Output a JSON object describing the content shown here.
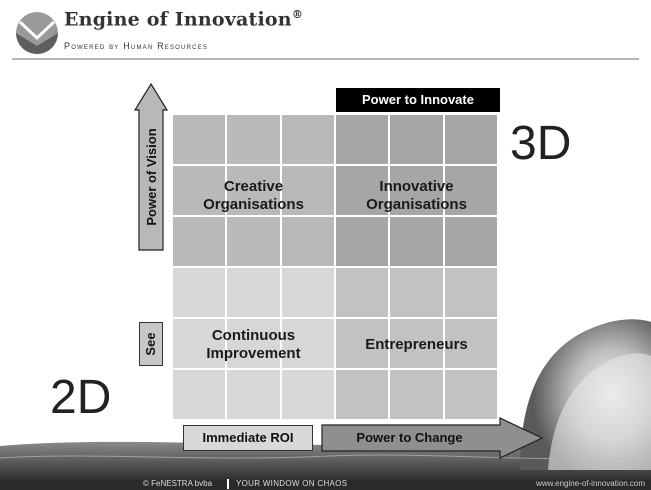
{
  "header": {
    "brand": "Engine of Innovation",
    "registered": "®",
    "tagline": "Powered by Human Resources"
  },
  "diagram": {
    "banner": "Power to Innovate",
    "big_label_top_right": "3D",
    "big_label_bottom_left": "2D",
    "axis_vertical_label": "Power of Vision",
    "axis_vertical_low_label": "See",
    "axis_horizontal_low_label": "Immediate ROI",
    "axis_horizontal_label": "Power to Change",
    "quadrants": {
      "top_left": [
        "Creative",
        "Organisations"
      ],
      "top_right": [
        "Innovative",
        "Organisations"
      ],
      "bottom_left": [
        "Continuous",
        "Improvement"
      ],
      "bottom_right": "Entrepreneurs"
    },
    "colors": {
      "top_left": "#b9b9b9",
      "top_right": "#a6a6a6",
      "bottom_left": "#d7d7d7",
      "bottom_right": "#c2c2c2",
      "arrow_fill": "#b8b8b8",
      "banner_bg": "#000000"
    }
  },
  "footer": {
    "left": "© FeNESTRA bvba",
    "middle": "YOUR WINDOW ON CHAOS",
    "right": "www.engine-of-innovation.com"
  }
}
